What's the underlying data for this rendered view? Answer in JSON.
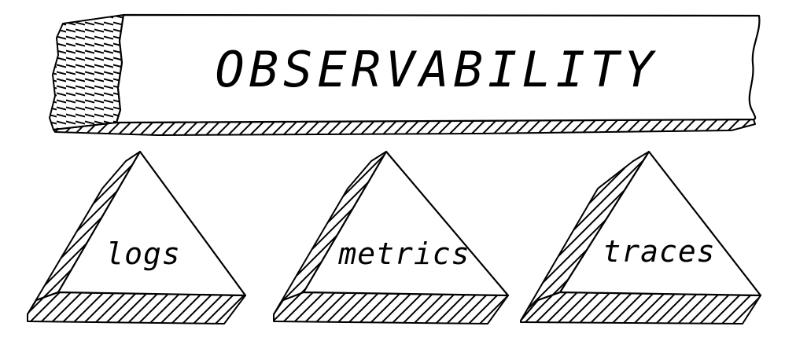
{
  "title": "OBSERVABILITY",
  "pillars": [
    {
      "label": "logs"
    },
    {
      "label": "metrics"
    },
    {
      "label": "traces"
    }
  ],
  "colors": {
    "ink": "#000000",
    "paper": "#ffffff"
  }
}
